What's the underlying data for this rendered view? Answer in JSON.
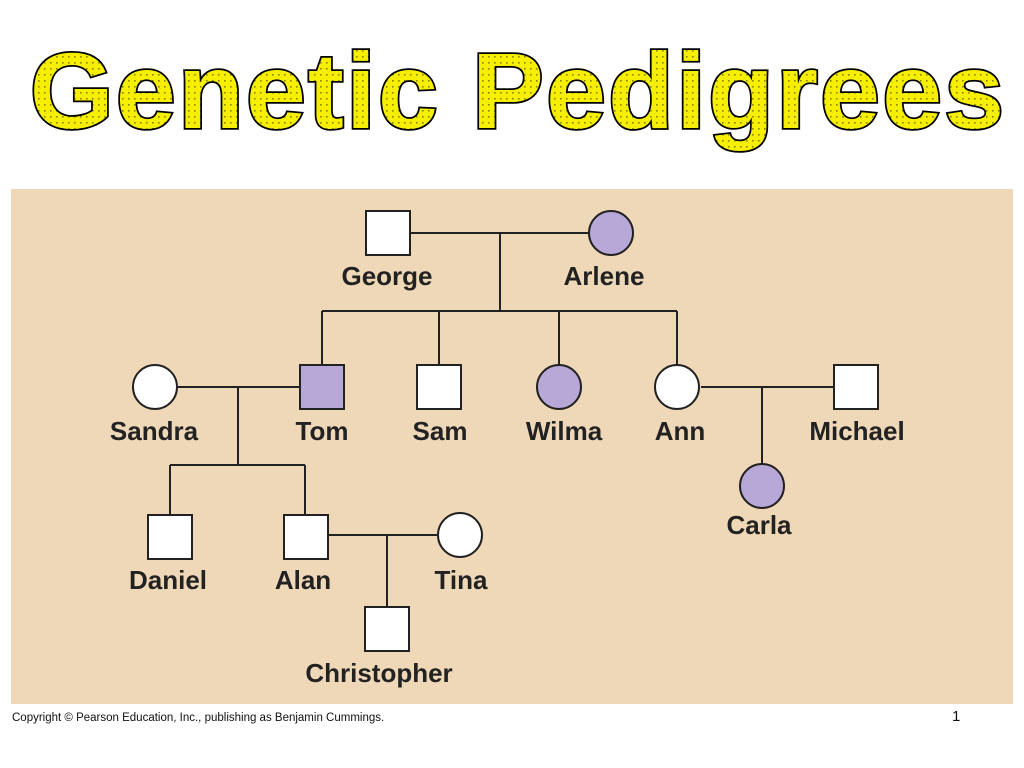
{
  "title": "Genetic Pedigrees",
  "colors": {
    "title_fill": "#f6f000",
    "title_stroke": "#000000",
    "background": "#efd8b8",
    "affected": "#b8a8d8",
    "unaffected": "#ffffff",
    "line": "#222222"
  },
  "people": {
    "george": {
      "name": "George",
      "sex": "male",
      "affected": false
    },
    "arlene": {
      "name": "Arlene",
      "sex": "female",
      "affected": true
    },
    "sandra": {
      "name": "Sandra",
      "sex": "female",
      "affected": false
    },
    "tom": {
      "name": "Tom",
      "sex": "male",
      "affected": true
    },
    "sam": {
      "name": "Sam",
      "sex": "male",
      "affected": false
    },
    "wilma": {
      "name": "Wilma",
      "sex": "female",
      "affected": true
    },
    "ann": {
      "name": "Ann",
      "sex": "female",
      "affected": false
    },
    "michael": {
      "name": "Michael",
      "sex": "male",
      "affected": false
    },
    "carla": {
      "name": "Carla",
      "sex": "female",
      "affected": true
    },
    "daniel": {
      "name": "Daniel",
      "sex": "male",
      "affected": false
    },
    "alan": {
      "name": "Alan",
      "sex": "male",
      "affected": false
    },
    "tina": {
      "name": "Tina",
      "sex": "female",
      "affected": false
    },
    "christopher": {
      "name": "Christopher",
      "sex": "male",
      "affected": false
    }
  },
  "footer": {
    "copyright": "Copyright © Pearson Education, Inc., publishing as Benjamin Cummings.",
    "page_number": "1"
  }
}
